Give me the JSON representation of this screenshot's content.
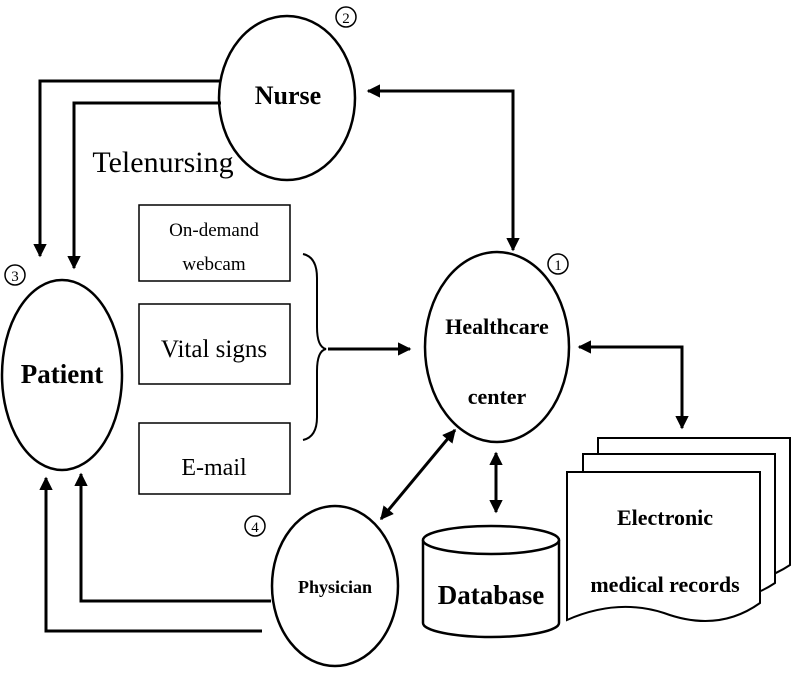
{
  "nodes": {
    "nurse": {
      "label": "Nurse",
      "number": "2"
    },
    "patient": {
      "label": "Patient",
      "number": "3"
    },
    "healthcare": {
      "line1": "Healthcare",
      "line2": "center",
      "number": "1"
    },
    "physician": {
      "label": "Physician",
      "number": "4"
    },
    "database": {
      "label": "Database"
    },
    "records": {
      "line1": "Electronic",
      "line2": "medical records"
    }
  },
  "labels": {
    "telenursing": "Telenursing"
  },
  "channels": {
    "webcam_line1": "On-demand",
    "webcam_line2": "webcam",
    "vital_signs": "Vital signs",
    "email": "E-mail"
  },
  "colors": {
    "stroke": "#000000",
    "background": "#ffffff"
  }
}
